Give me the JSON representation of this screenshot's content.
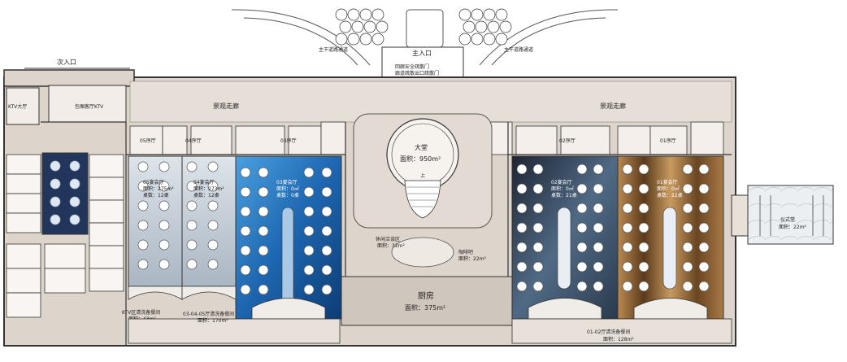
{
  "entrances": {
    "main": "主入口",
    "secondary": "次入口"
  },
  "corridors": {
    "west": "景观走廊",
    "east": "景观走廊"
  },
  "lobby": {
    "name": "大堂",
    "area": "面积：950m²",
    "stair": "上"
  },
  "ktv_hall": "KTV大厅",
  "ktv_rooms": "包厢客厅KTV",
  "halls": [
    {
      "name": "05宴会厅",
      "area": "面积：275m²",
      "seats": "桌数：12桌"
    },
    {
      "name": "04宴会厅",
      "area": "面积：273m²",
      "seats": "桌数：12桌"
    },
    {
      "name": "03宴会厅",
      "area": "面积：0㎡",
      "seats": "桌数：0桌"
    },
    {
      "name": "02宴会厅",
      "area": "面积：0㎡",
      "seats": "桌数：21桌"
    },
    {
      "name": "01宴会厅",
      "area": "面积：0㎡",
      "seats": "桌数：22桌"
    }
  ],
  "foyers": {
    "f05": "05序厅",
    "f04": "04序厅",
    "f03": "03序厅",
    "f02": "02序厅",
    "f01": "01序厅"
  },
  "kitchen": {
    "name": "厨房",
    "area": "面积：375m²"
  },
  "backrooms": {
    "ktv": "KTV区清洗备餐间",
    "ktv_area": "面积：43m²",
    "west": "03-04-05厅清洗备餐间",
    "west_area": "面积：170m²",
    "east": "01-02厅清洗备餐间",
    "east_area": "面积：128m²"
  },
  "pavilion": {
    "name": "仪式堂",
    "area": "面积：22m²"
  },
  "misc": {
    "lounge": "休闲洽谈区",
    "lounge_area": "面积：32m²",
    "bar": "咖啡吧",
    "bar_area": "面积：22m²",
    "road_left": "主干道路通道",
    "road_right": "主干道路通道",
    "gate_note": "回廊安全疏散门",
    "gate_note2": "廊道疏散出口疏散门"
  },
  "colors": {
    "floor": "#ddd4cb",
    "wall": "#333333",
    "hall05": "#c5cfd9",
    "hall03": "#1e6fb5",
    "hall02": "#2b3f55",
    "hall01": "#9c7345",
    "kitchen": "#cfc6bd",
    "ktv": "#22355a"
  }
}
